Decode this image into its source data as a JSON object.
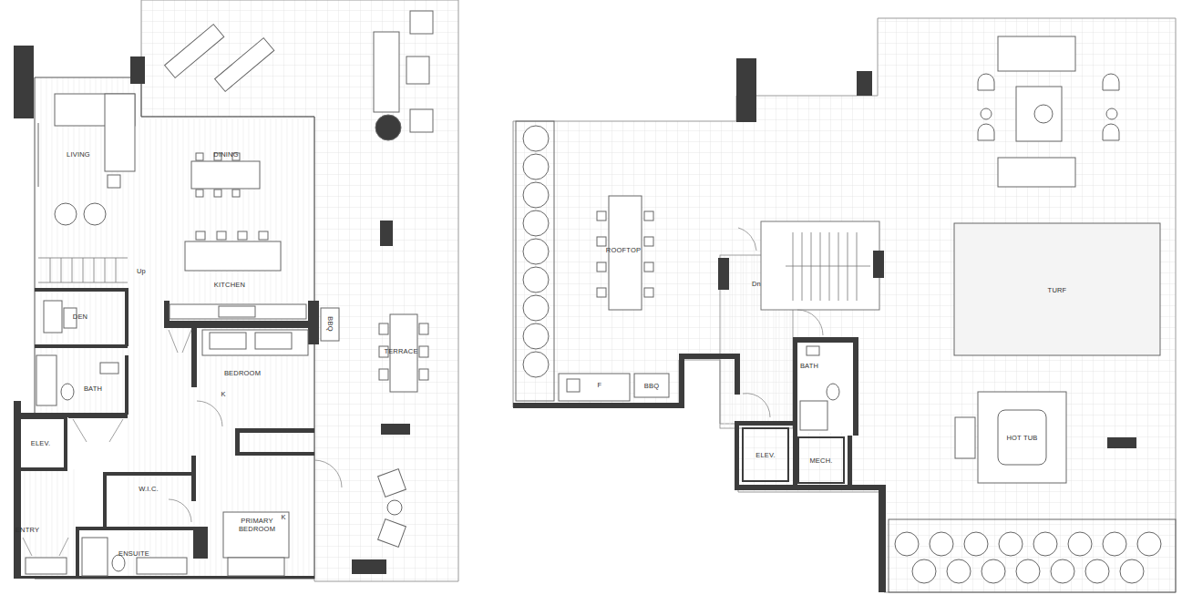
{
  "diagram": {
    "nodes": [
      {
        "text": [
          "BBQ"
        ]
      },
      {
        "text": [
          "ELEV."
        ]
      },
      {
        "text": [
          "ELEV."
        ]
      },
      {
        "text": [
          "MECH."
        ]
      },
      {
        "text": [
          "HOT TUB"
        ]
      },
      {
        "text": [
          "TURF"
        ]
      },
      {
        "text": [
          "BBQ"
        ]
      }
    ],
    "labels": [
      "LIVING",
      "DINING",
      "Up",
      "KITCHEN",
      "DEN",
      "BATH",
      "BEDROOM",
      "K",
      "TERRACE",
      "W.I.C.",
      "ENTRY",
      "ENSUITE",
      "PRIMARY BEDROOM",
      "K",
      "ROOFTOP",
      "Dn",
      "BATH",
      "F"
    ]
  }
}
